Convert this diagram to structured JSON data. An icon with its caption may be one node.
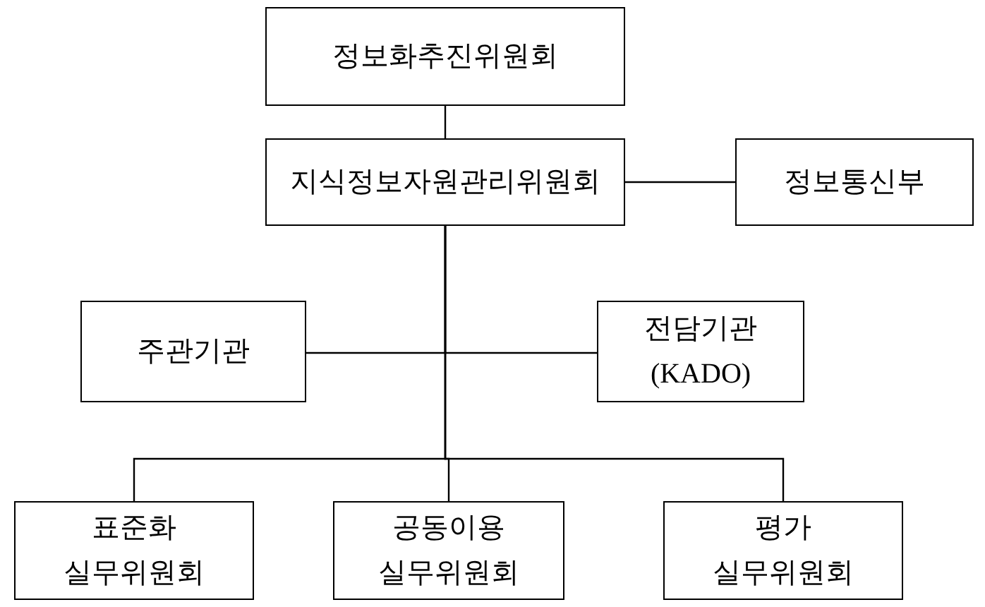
{
  "diagram": {
    "nodes": [
      {
        "text": [
          "정보화추진위원회"
        ]
      },
      {
        "text": [
          "지식정보자원관리위원회"
        ]
      },
      {
        "text": [
          "정보통신부"
        ]
      },
      {
        "text": [
          "주관기관"
        ]
      },
      {
        "text": [
          "전담기관 (KADO)"
        ]
      },
      {
        "text": [
          "표준화 실무위원회"
        ]
      },
      {
        "text": [
          "공동이용 실무위원회"
        ]
      },
      {
        "text": [
          "평가 실무위원회"
        ]
      }
    ],
    "edges": [
      {
        "from": 0,
        "to": 1,
        "arrow": "none"
      },
      {
        "from": 1,
        "to": 2,
        "arrow": "none"
      },
      {
        "from": 1,
        "to": 3,
        "arrow": "none"
      },
      {
        "from": 1,
        "to": 4,
        "arrow": "none"
      },
      {
        "from": 1,
        "to": 5,
        "arrow": "none"
      },
      {
        "from": 1,
        "to": 6,
        "arrow": "none"
      },
      {
        "from": 1,
        "to": 7,
        "arrow": "none"
      }
    ]
  }
}
